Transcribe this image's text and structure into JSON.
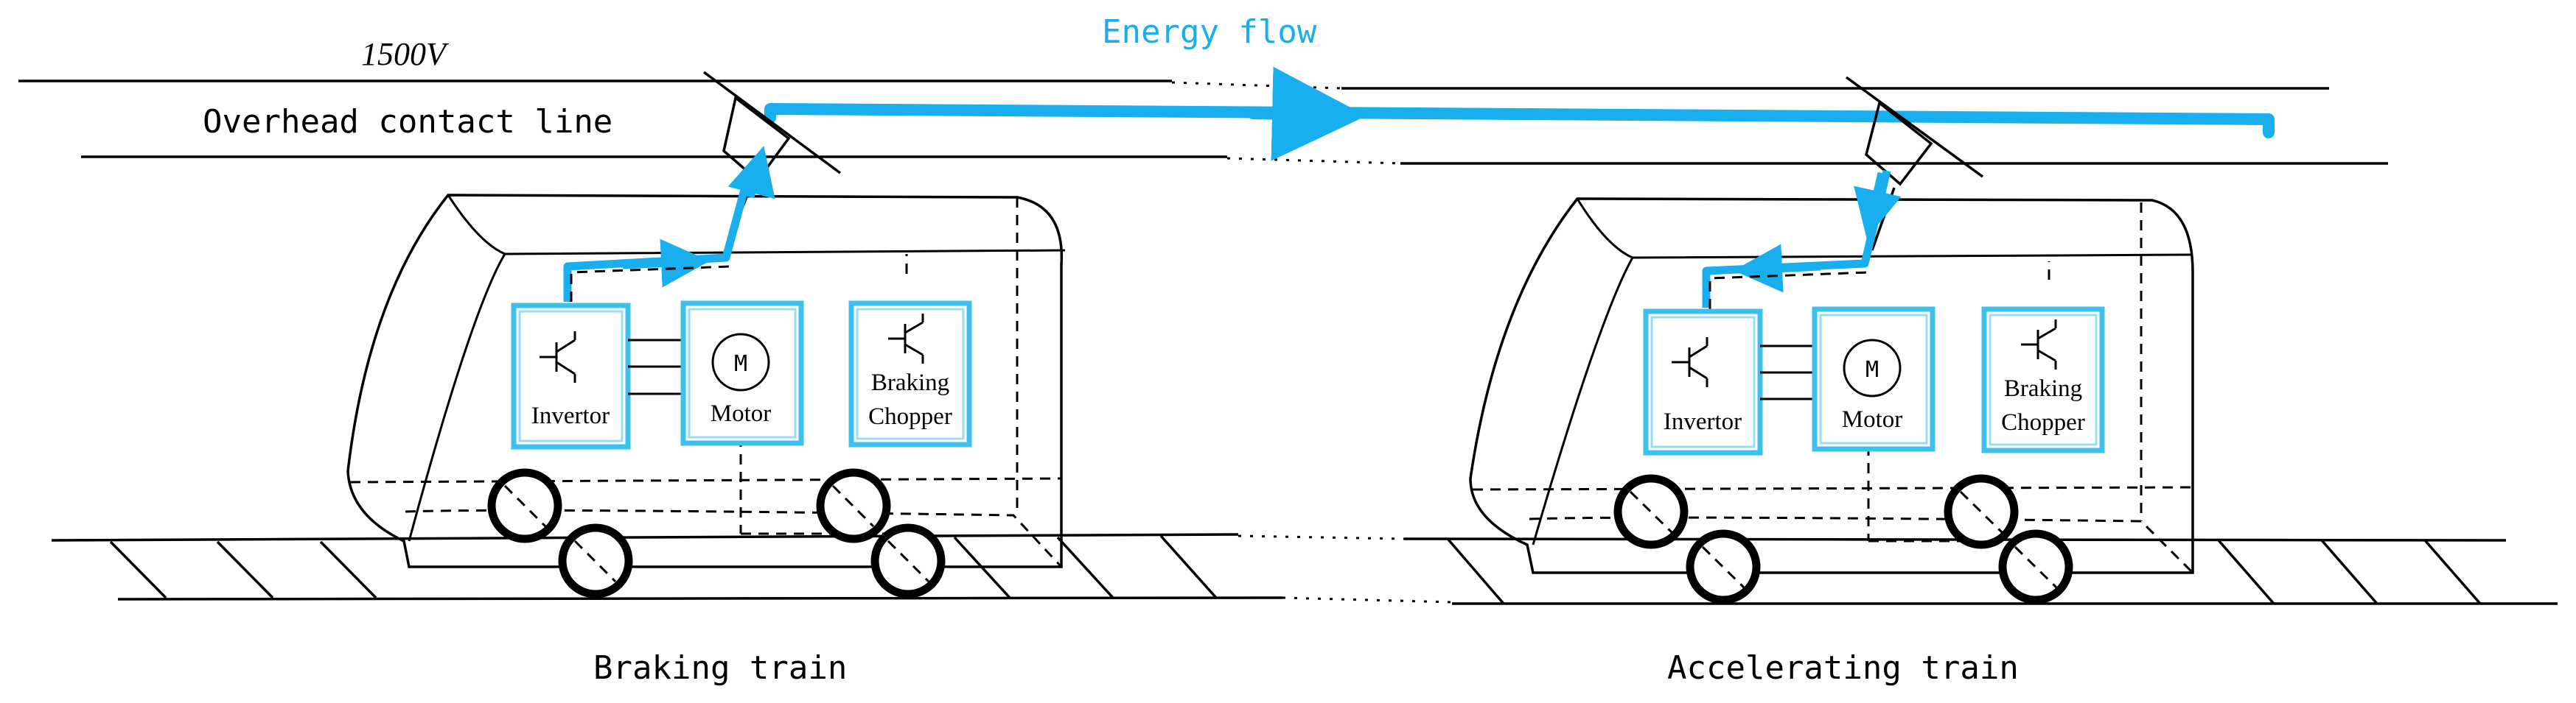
{
  "labels": {
    "voltage": "1500V",
    "contact_line": "Overhead contact line",
    "energy_flow": "Energy flow"
  },
  "colors": {
    "energy_flow": "#19aeee",
    "box_border": "#3dc0ee"
  },
  "trains": [
    {
      "caption": "Braking train",
      "components": {
        "inverter": "Invertor",
        "motor": "Motor",
        "motor_symbol": "M",
        "chopper_line1": "Braking",
        "chopper_line2": "Chopper"
      }
    },
    {
      "caption": "Accelerating train",
      "components": {
        "inverter": "Invertor",
        "motor": "Motor",
        "motor_symbol": "M",
        "chopper_line1": "Braking",
        "chopper_line2": "Chopper"
      }
    }
  ]
}
